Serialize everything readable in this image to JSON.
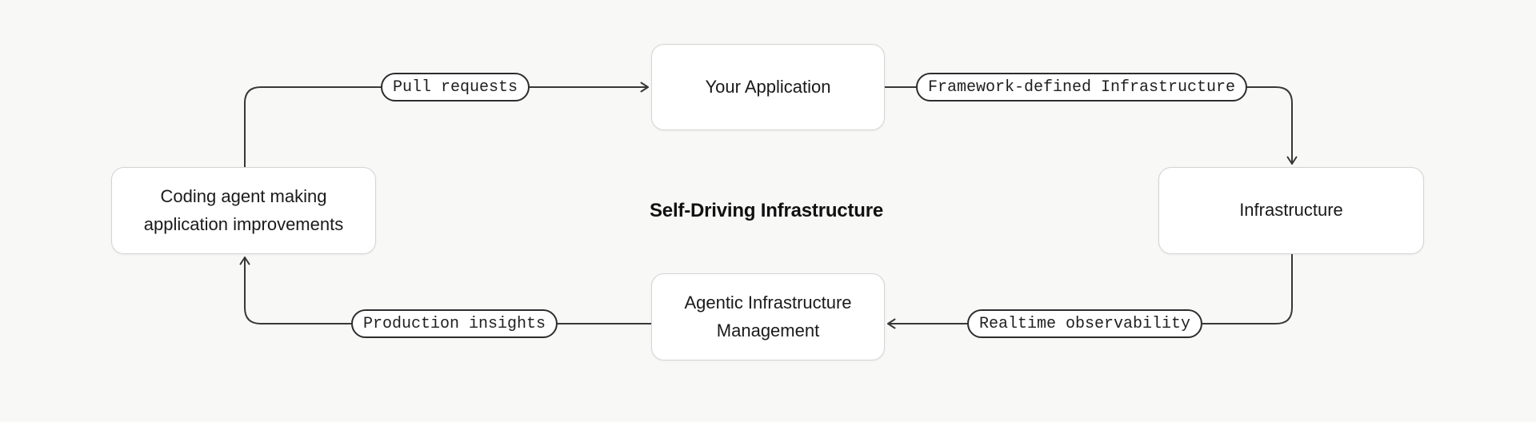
{
  "diagram": {
    "title": "Self-Driving Infrastructure",
    "nodes": {
      "your_application": {
        "label": "Your Application"
      },
      "infrastructure": {
        "label": "Infrastructure"
      },
      "agentic_management": {
        "label": "Agentic Infrastructure Management"
      },
      "coding_agent": {
        "label": "Coding agent making application improvements"
      }
    },
    "edges": {
      "pull_requests": {
        "label": "Pull requests",
        "from": "coding_agent",
        "to": "your_application"
      },
      "framework_defined_infrastructure": {
        "label": "Framework-defined Infrastructure",
        "from": "your_application",
        "to": "infrastructure"
      },
      "realtime_observability": {
        "label": "Realtime observability",
        "from": "infrastructure",
        "to": "agentic_management"
      },
      "production_insights": {
        "label": "Production insights",
        "from": "agentic_management",
        "to": "coding_agent"
      }
    },
    "colors": {
      "background": "#f8f8f7",
      "node_background": "#ffffff",
      "node_border": "#d4d4d4",
      "pill_border": "#2d2d2d",
      "line": "#383838",
      "text": "#1a1a1a",
      "title": "#111111"
    }
  }
}
